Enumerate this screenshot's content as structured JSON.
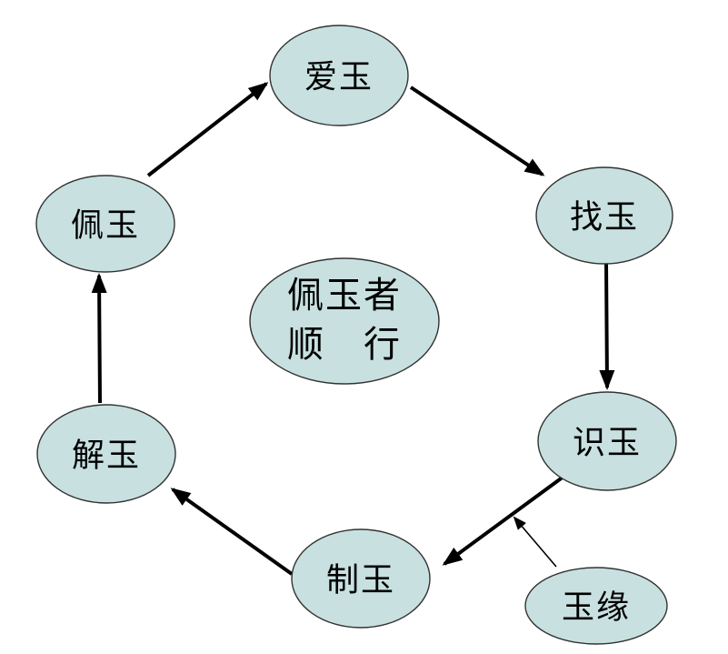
{
  "diagram": {
    "background": "#ffffff",
    "node_fill": "#c8e1e0",
    "node_stroke": "#333333",
    "arrow_color": "#000000",
    "nodes": {
      "ai_yu": {
        "label": "爱玉"
      },
      "zhao_yu": {
        "label": "找玉"
      },
      "shi_yu": {
        "label": "识玉"
      },
      "zhi_yu": {
        "label": "制玉"
      },
      "jie_yu": {
        "label": "解玉"
      },
      "pei_yu": {
        "label": "佩玉"
      },
      "center": {
        "line1": "佩玉者",
        "line2": "顺　行"
      },
      "yu_yuan": {
        "label": "玉缘"
      }
    },
    "connections": [
      {
        "from": "佩玉",
        "to": "爱玉",
        "style": "thick"
      },
      {
        "from": "爱玉",
        "to": "找玉",
        "style": "thick"
      },
      {
        "from": "找玉",
        "to": "识玉",
        "style": "thick"
      },
      {
        "from": "识玉",
        "to": "制玉",
        "style": "thick"
      },
      {
        "from": "制玉",
        "to": "解玉",
        "style": "thick"
      },
      {
        "from": "解玉",
        "to": "佩玉",
        "style": "thick"
      },
      {
        "from": "玉缘",
        "to": "识玉-制玉连线",
        "style": "thin"
      }
    ]
  }
}
